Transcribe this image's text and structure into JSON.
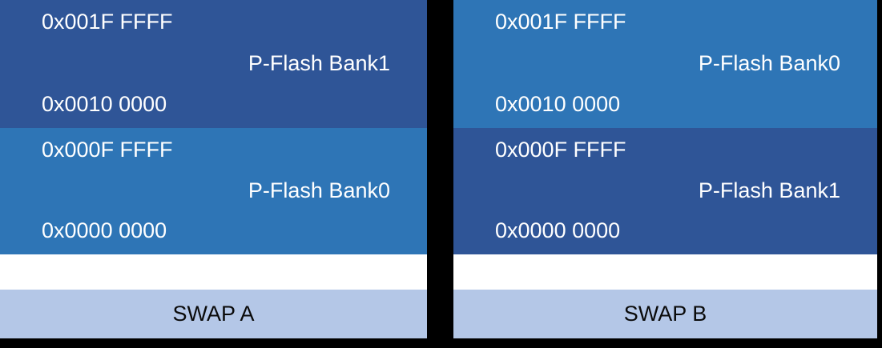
{
  "colors": {
    "background": "#000000",
    "dark_blue": "#2F5597",
    "light_blue": "#2E75B6",
    "footer_blue": "#B4C7E7",
    "block_text": "#FFFFFF",
    "footer_text": "#0A0A0A"
  },
  "panels": [
    {
      "footer_label": "SWAP A",
      "blocks": [
        {
          "shade": "dark",
          "top_address": "0x001F FFFF",
          "label": "P-Flash Bank1",
          "bottom_address": "0x0010 0000"
        },
        {
          "shade": "light",
          "top_address": "0x000F FFFF",
          "label": "P-Flash Bank0",
          "bottom_address": "0x0000 0000"
        }
      ]
    },
    {
      "footer_label": "SWAP B",
      "blocks": [
        {
          "shade": "light",
          "top_address": "0x001F FFFF",
          "label": "P-Flash Bank0",
          "bottom_address": "0x0010 0000"
        },
        {
          "shade": "dark",
          "top_address": "0x000F FFFF",
          "label": "P-Flash Bank1",
          "bottom_address": "0x0000 0000"
        }
      ]
    }
  ]
}
